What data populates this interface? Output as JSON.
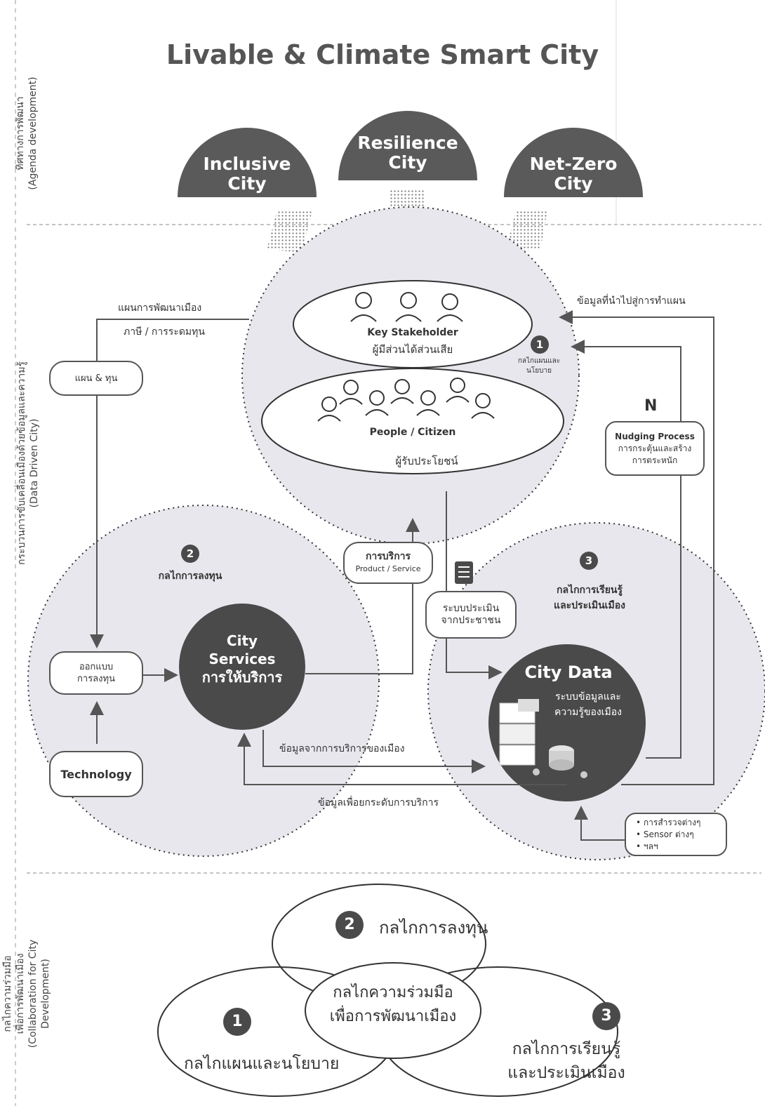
{
  "title": "Livable & Climate Smart City",
  "side_labels": {
    "agenda": "ทิศทางการพัฒนา\n(Agenda development)",
    "data_driven": "กระบวนการขับเคลื่อนเมืองด้วยข้อมูลและความรู้\n(Data Driven City)",
    "collaboration": "กลไกความร่วมมือ\nเพื่อการพัฒนาเมือง\n(Collaboration for City\nDevelopment)"
  },
  "domes": {
    "inclusive": "Inclusive\nCity",
    "resilience": "Resilience\nCity",
    "netzero": "Net-Zero\nCity"
  },
  "stakeholder": {
    "key_en": "Key Stakeholder",
    "key_th": "ผู้มีส่วนได้ส่วนเสีย",
    "people_en": "People / Citizen",
    "people_th": "ผู้รับประโยชน์"
  },
  "mech1": {
    "num": "1",
    "label": "กลไกแผนและ\nนโยบาย"
  },
  "mech2": {
    "num": "2",
    "label": "กลไกการลงทุน"
  },
  "mech3": {
    "num": "3",
    "label": "กลไกการเรียนรู้\nและประเมินเมือง"
  },
  "flows": {
    "plan_top": "แผนการพัฒนาเมือง",
    "plan_sub": "ภาษี / การระดมทุน",
    "data_to_plan": "ข้อมูลที่นำไปสู่การทำแผน",
    "service_data": "ข้อมูลจากการบริการของเมือง",
    "upgrade_data": "ข้อมูลเพื่อยกระดับการบริการ"
  },
  "boxes": {
    "plan_fund": "แผน & ทุน",
    "invest_design": "ออกแบบ\nการลงทุน",
    "technology": "Technology",
    "service_th": "การบริการ",
    "service_en": "Product / Service",
    "citizen_eval": "ระบบประเมิน\nจากประชาชน",
    "nudge_letter": "N",
    "nudge_title": "Nudging Process",
    "nudge_th": "การกระตุ้นและสร้าง\nการตระหนัก",
    "sources": "• การสำรวจต่างๆ\n• Sensor ต่างๆ\n• ฯลฯ"
  },
  "city_services": "City\nServices\nการให้บริการ",
  "city_data": {
    "title": "City Data",
    "sub": "ระบบข้อมูลและ\nความรู้ของเมือง"
  },
  "venn": {
    "center": "กลไกความร่วมมือ\nเพื่อการพัฒนาเมือง",
    "top_num": "2",
    "top": "กลไกการลงทุน",
    "left_num": "1",
    "left": "กลไกแผนและนโยบาย",
    "right_num": "3",
    "right": "กลไกการเรียนรู้\nและประเมินเมือง"
  },
  "colors": {
    "dark": "#4a4a4a",
    "light_fill": "#e8e7ee",
    "line": "#555555"
  }
}
